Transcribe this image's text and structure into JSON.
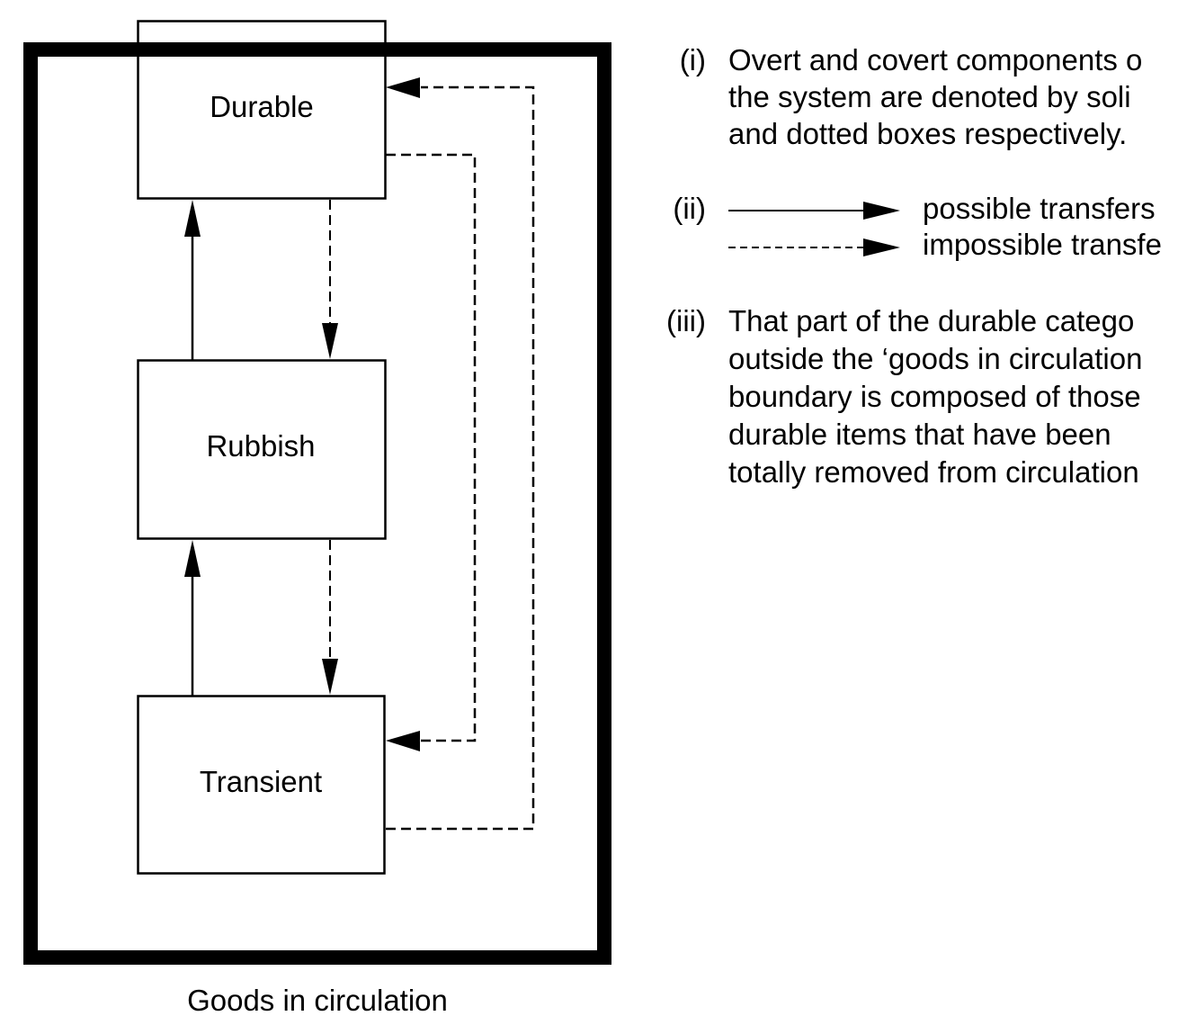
{
  "diagram": {
    "boundary_caption": "Goods in circulation",
    "nodes": [
      {
        "id": "durable",
        "label": "Durable",
        "style": "solid"
      },
      {
        "id": "rubbish",
        "label": "Rubbish",
        "style": "solid"
      },
      {
        "id": "transient",
        "label": "Transient",
        "style": "solid"
      }
    ],
    "edges": [
      {
        "from": "rubbish",
        "to": "durable",
        "type": "possible",
        "style": "solid"
      },
      {
        "from": "transient",
        "to": "rubbish",
        "type": "possible",
        "style": "solid"
      },
      {
        "from": "durable",
        "to": "rubbish",
        "type": "impossible",
        "style": "dashed"
      },
      {
        "from": "rubbish",
        "to": "transient",
        "type": "impossible",
        "style": "dashed"
      },
      {
        "from": "durable",
        "to": "transient",
        "type": "impossible",
        "style": "dashed"
      },
      {
        "from": "transient",
        "to": "durable",
        "type": "impossible",
        "style": "dashed"
      }
    ]
  },
  "notes": [
    {
      "number": "(i)",
      "lines": [
        "Overt and covert components o",
        "the system are denoted by soli",
        "and dotted boxes respectively."
      ]
    },
    {
      "number": "(ii)",
      "legend": [
        {
          "style": "solid",
          "label": "possible transfers"
        },
        {
          "style": "dashed",
          "label": "impossible transfe"
        }
      ]
    },
    {
      "number": "(iii)",
      "lines": [
        "That part of the durable catego",
        "outside the ‘goods in circulation",
        "boundary is composed of those",
        "durable items that have been",
        "totally removed from circulation"
      ]
    }
  ],
  "colors": {
    "ink": "#000000",
    "background": "#ffffff"
  }
}
